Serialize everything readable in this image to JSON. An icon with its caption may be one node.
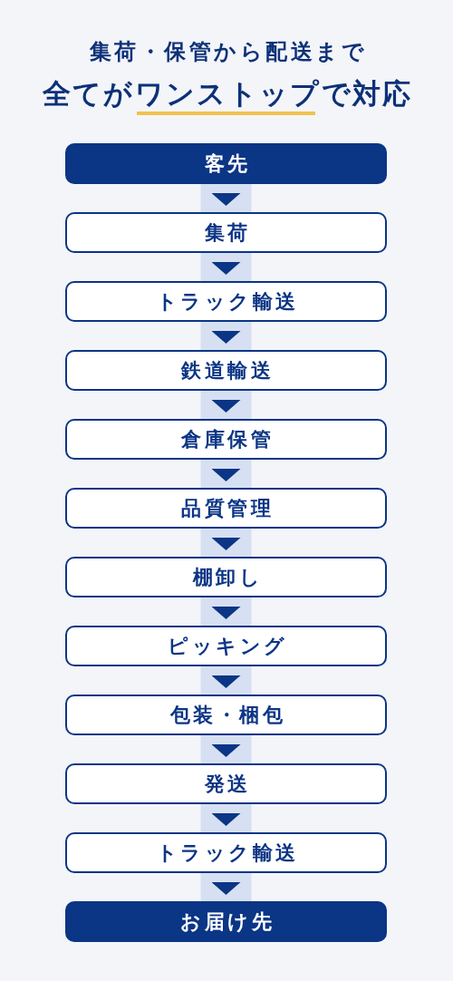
{
  "diagram": {
    "title": "全てがワンストップで対応",
    "nodes": [
      {
        "text": [
          "客先"
        ]
      },
      {
        "text": [
          "集荷"
        ]
      },
      {
        "text": [
          "トラック輸送"
        ]
      },
      {
        "text": [
          "鉄道輸送"
        ]
      },
      {
        "text": [
          "倉庫保管"
        ]
      },
      {
        "text": [
          "品質管理"
        ]
      },
      {
        "text": [
          "棚卸し"
        ]
      },
      {
        "text": [
          "ピッキング"
        ]
      },
      {
        "text": [
          "包装・梱包"
        ]
      },
      {
        "text": [
          "発送"
        ]
      },
      {
        "text": [
          "トラック輸送"
        ]
      },
      {
        "text": [
          "お届け先"
        ]
      }
    ],
    "edges": [
      {
        "from": 0,
        "to": 1,
        "arrow": "to"
      },
      {
        "from": 1,
        "to": 2,
        "arrow": "to"
      },
      {
        "from": 2,
        "to": 3,
        "arrow": "to"
      },
      {
        "from": 3,
        "to": 4,
        "arrow": "to"
      },
      {
        "from": 4,
        "to": 5,
        "arrow": "to"
      },
      {
        "from": 5,
        "to": 6,
        "arrow": "to"
      },
      {
        "from": 6,
        "to": 7,
        "arrow": "to"
      },
      {
        "from": 7,
        "to": 8,
        "arrow": "to"
      },
      {
        "from": 8,
        "to": 9,
        "arrow": "to"
      },
      {
        "from": 9,
        "to": 10,
        "arrow": "to"
      },
      {
        "from": 10,
        "to": 11,
        "arrow": "to"
      }
    ],
    "labels": [
      "集荷・保管から配送まで"
    ]
  }
}
